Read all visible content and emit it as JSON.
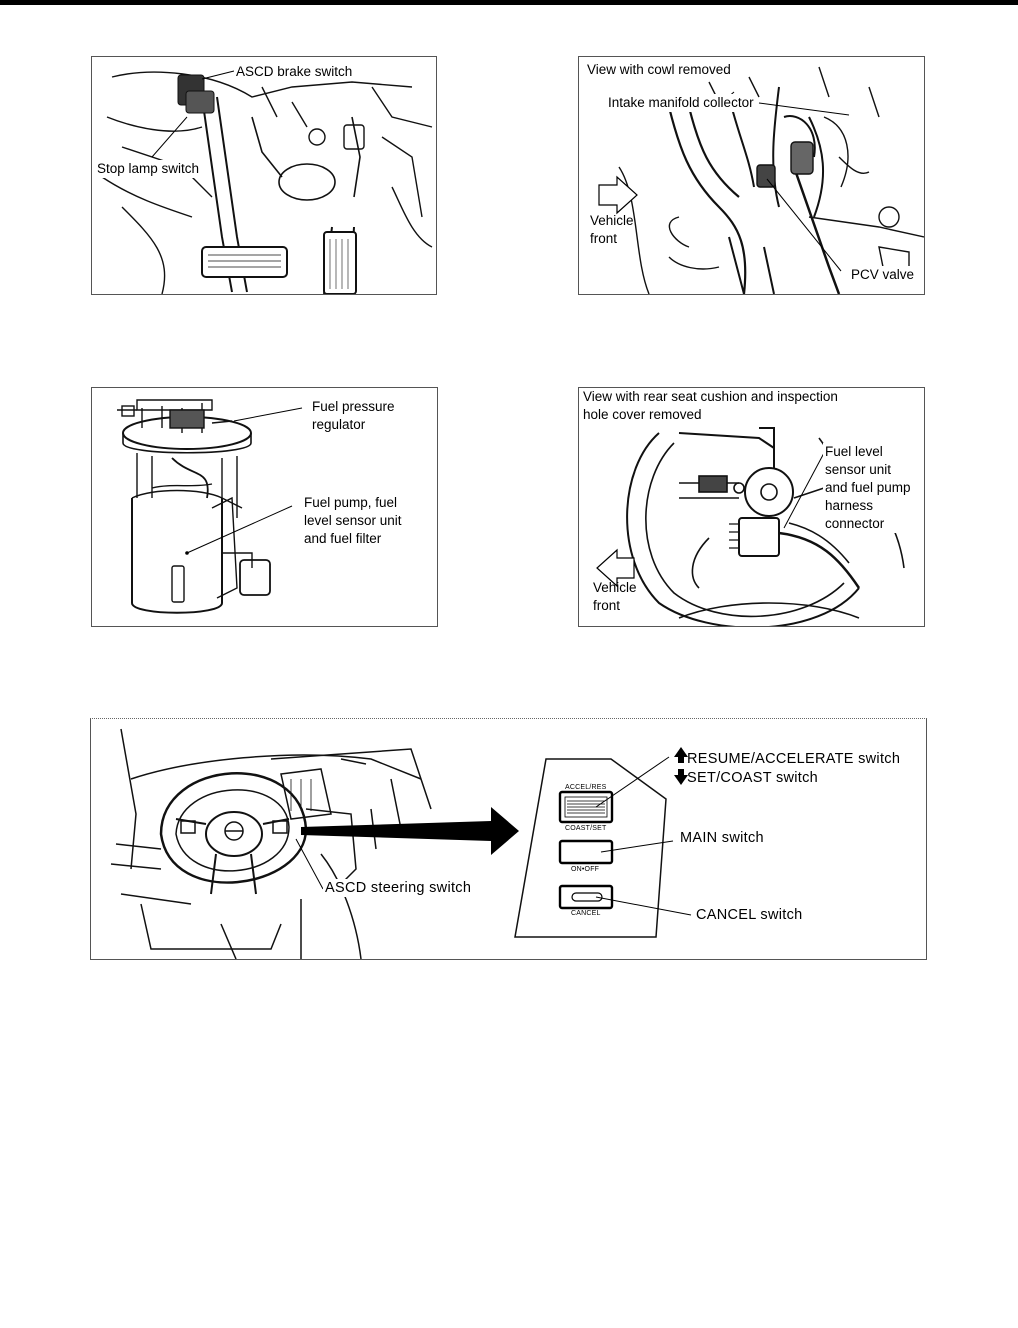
{
  "panels": {
    "brake_pedal": {
      "labels": {
        "ascd_brake_switch": "ASCD brake switch",
        "stop_lamp_switch": "Stop lamp switch"
      }
    },
    "pcv": {
      "labels": {
        "view_note": "View with cowl removed",
        "intake_manifold": "Intake manifold collector",
        "vehicle_front": "Vehicle\nfront",
        "pcv_valve": "PCV valve"
      }
    },
    "fuel_pump": {
      "labels": {
        "regulator": "Fuel pressure\nregulator",
        "pump_unit": "Fuel pump, fuel\nlevel sensor unit\nand fuel filter"
      }
    },
    "harness": {
      "labels": {
        "view_note": "View with rear seat cushion and inspection\nhole cover removed",
        "sensor_connector": "Fuel level\nsensor unit\nand fuel pump\nharness\nconnector",
        "vehicle_front": "Vehicle\nfront"
      }
    },
    "steering": {
      "labels": {
        "resume": "RESUME/ACCELERATE switch",
        "set_coast": "SET/COAST switch",
        "main": "MAIN switch",
        "ascd_steering": "ASCD steering switch",
        "cancel": "CANCEL switch"
      },
      "buttons": {
        "accel_res": "ACCEL/RES",
        "coast_set": "COAST/SET",
        "on_off": "ON•OFF",
        "cancel": "CANCEL"
      }
    }
  }
}
